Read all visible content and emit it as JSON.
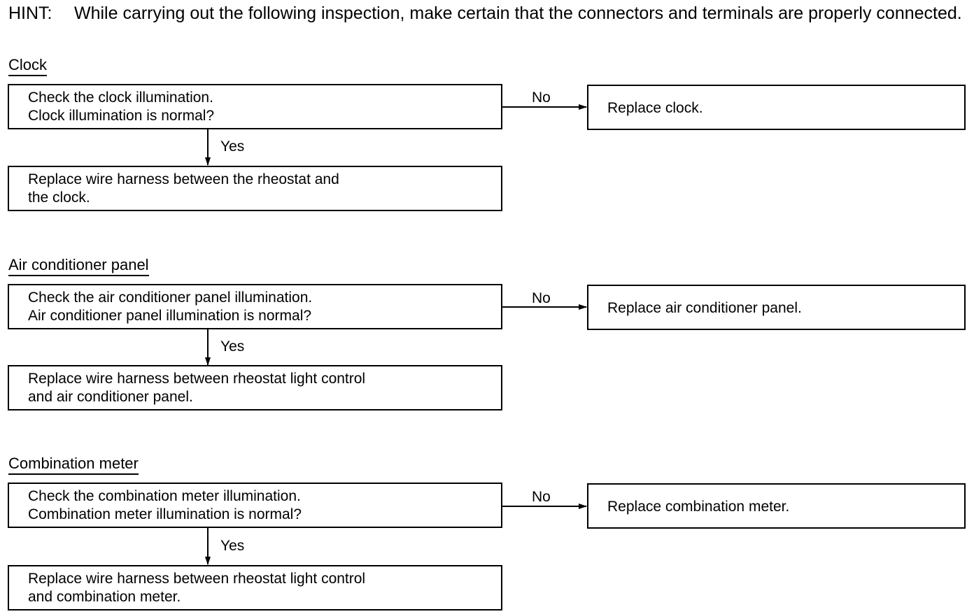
{
  "hint": {
    "label": "HINT:",
    "text": "While carrying out the following inspection, make certain that the connectors and terminals are properly connected."
  },
  "sections": [
    {
      "title": "Clock",
      "check_line1": "Check the clock illumination.",
      "check_line2": "Clock illumination is normal?",
      "no_label": "No",
      "no_action": "Replace clock.",
      "yes_label": "Yes",
      "yes_line1": "Replace wire harness between the rheostat and",
      "yes_line2": "the clock."
    },
    {
      "title": "Air conditioner panel",
      "check_line1": "Check the air conditioner panel illumination.",
      "check_line2": "Air conditioner panel illumination is normal?",
      "no_label": "No",
      "no_action": "Replace air conditioner panel.",
      "yes_label": "Yes",
      "yes_line1": "Replace wire harness between rheostat light control",
      "yes_line2": "and air conditioner panel."
    },
    {
      "title": "Combination meter",
      "check_line1": "Check the combination meter illumination.",
      "check_line2": "Combination meter illumination is normal?",
      "no_label": "No",
      "no_action": "Replace combination meter.",
      "yes_label": "Yes",
      "yes_line1": "Replace wire harness between rheostat light control",
      "yes_line2": "and combination meter."
    }
  ]
}
